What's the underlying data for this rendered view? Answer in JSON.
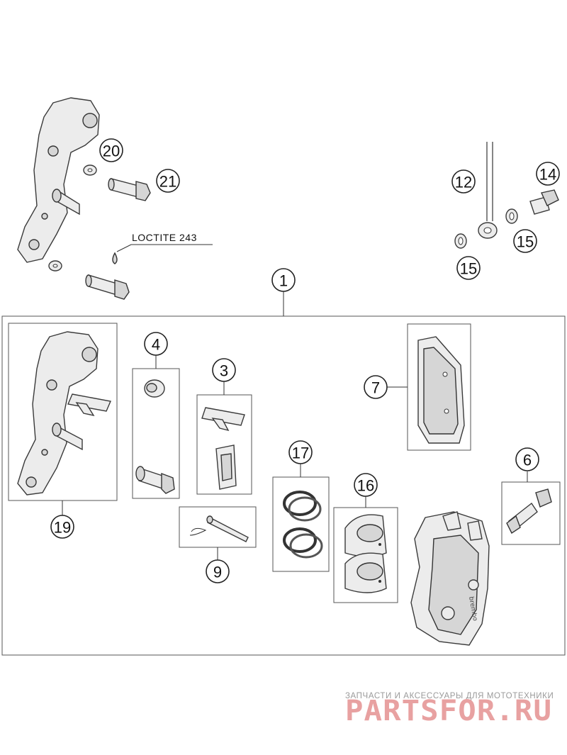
{
  "callouts": {
    "c1": "1",
    "c3": "3",
    "c4": "4",
    "c6": "6",
    "c7": "7",
    "c9": "9",
    "c12": "12",
    "c14": "14",
    "c15a": "15",
    "c15b": "15",
    "c16": "16",
    "c17": "17",
    "c19": "19",
    "c20": "20",
    "c21": "21"
  },
  "annotation": {
    "loctite": "LOCTITE 243"
  },
  "caliper_brand": "brembo",
  "watermark": {
    "tagline": "ЗАПЧАСТИ И АКСЕССУАРЫ ДЛЯ МОТОТЕХНИКИ",
    "site": "PARTSFOR.RU",
    "color": "#e8a1a1"
  }
}
